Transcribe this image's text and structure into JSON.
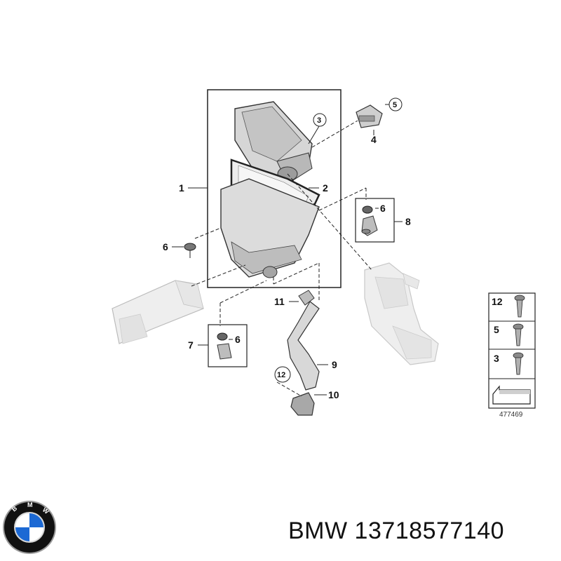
{
  "callouts": {
    "c1": "1",
    "c2": "2",
    "c3": "3",
    "c4": "4",
    "c5": "5",
    "c6a": "6",
    "c6b": "6",
    "c6c": "6",
    "c7": "7",
    "c8": "8",
    "c9": "9",
    "c10": "10",
    "c11": "11",
    "c12": "12"
  },
  "screw_legend": {
    "items": [
      "12",
      "5",
      "3"
    ]
  },
  "diagram_id": "477469",
  "footer": {
    "brand": "BMW",
    "part_number": "13718577140",
    "text": "BMW 13718577140"
  },
  "logo": {
    "name": "bmw-roundel",
    "lettering": "BMW",
    "colors": {
      "blue": "#1c69d4",
      "white": "#ffffff",
      "ring": "#111111",
      "silver": "#9a9a9a"
    }
  }
}
